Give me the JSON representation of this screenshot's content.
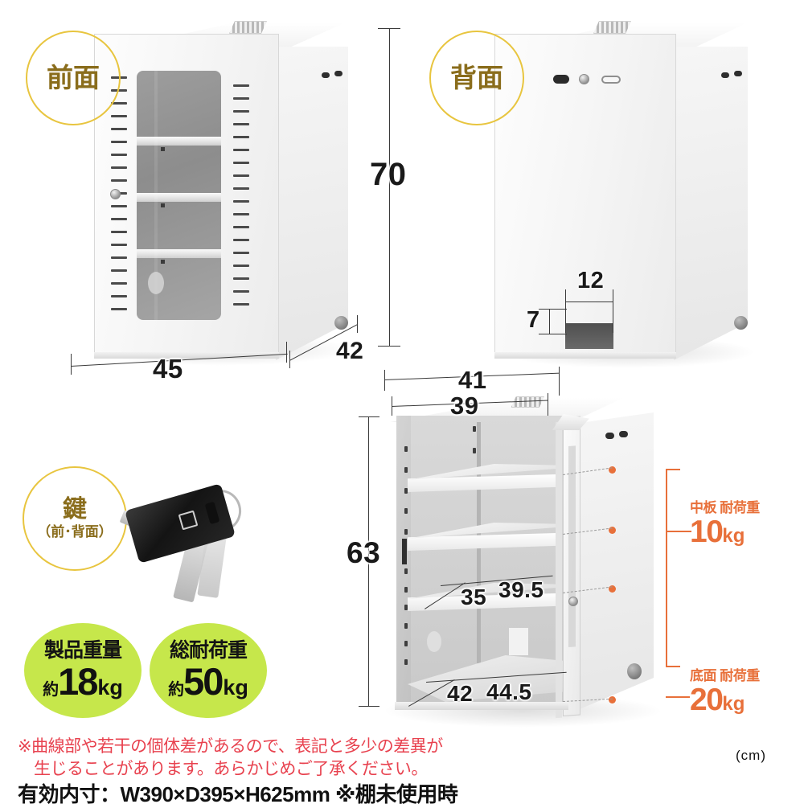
{
  "page": {
    "unit_label": "(cm)"
  },
  "views": {
    "front": {
      "badge_label": "前面",
      "dims": {
        "width": "45",
        "depth": "42",
        "height": "70"
      }
    },
    "back": {
      "badge_label": "背面",
      "dims": {
        "cutout_width": "12",
        "cutout_height": "7"
      }
    },
    "open": {
      "dims": {
        "outer_width": "41",
        "inner_width": "39",
        "inner_height": "63",
        "shelf_depth": "35",
        "shelf_width": "39.5",
        "base_depth": "42",
        "base_width": "44.5"
      }
    },
    "key": {
      "badge_title": "鍵",
      "badge_sub": "（前･背面）"
    }
  },
  "specs": [
    {
      "name": "product-weight",
      "title": "製品重量",
      "approx": "約",
      "value": "18",
      "unit": "kg"
    },
    {
      "name": "total-load-capacity",
      "title": "総耐荷重",
      "approx": "約",
      "value": "50",
      "unit": "kg"
    }
  ],
  "callouts": [
    {
      "name": "shelf-load",
      "title": "中板 耐荷重",
      "value": "10",
      "unit": "kg"
    },
    {
      "name": "bottom-load",
      "title": "底面 耐荷重",
      "value": "20",
      "unit": "kg"
    }
  ],
  "notes": {
    "disclaimer_line1": "※曲線部や若干の個体差があるので、表記と多少の差異が",
    "disclaimer_line2": "生じることがあります。あらかじめご了承ください。",
    "inner_dimensions": "有効内寸：W390×D395×H625mm ※棚未使用時"
  },
  "colors": {
    "badge_outline": "#e8c53f",
    "badge_text": "#8a6d1c",
    "green": "#c6e74b",
    "orange": "#e8703a",
    "red_note": "#e8424f"
  }
}
